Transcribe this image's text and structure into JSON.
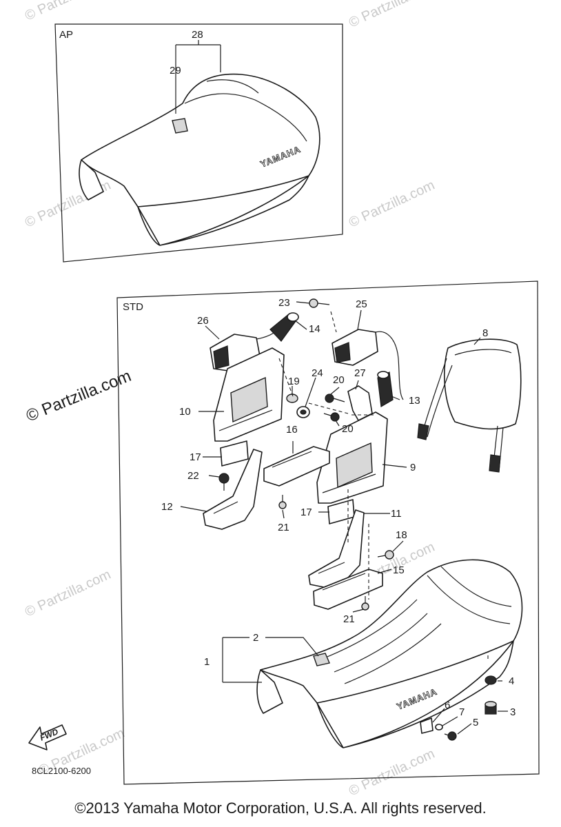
{
  "panels": {
    "ap_label": "AP",
    "std_label": "STD"
  },
  "brand_text": "YAMAHA",
  "diagram_code": "8CL2100-6200",
  "fwd_text": "FWD",
  "watermark": {
    "small": "© Partzilla.com",
    "large": "© Partzilla.com"
  },
  "copyright": "©2013  Yamaha Motor Corporation, U.S.A. All rights reserved.",
  "callouts": {
    "p1": "1",
    "p2": "2",
    "p3": "3",
    "p4": "4",
    "p5": "5",
    "p6": "6",
    "p7": "7",
    "p8": "8",
    "p9": "9",
    "p10": "10",
    "p11": "11",
    "p12": "12",
    "p13": "13",
    "p14": "14",
    "p15": "15",
    "p16": "16",
    "p17a": "17",
    "p17b": "17",
    "p18": "18",
    "p19": "19",
    "p20a": "20",
    "p20b": "20",
    "p21a": "21",
    "p21b": "21",
    "p22": "22",
    "p23": "23",
    "p24": "24",
    "p25": "25",
    "p26": "26",
    "p27": "27",
    "p28": "28",
    "p29": "29"
  }
}
